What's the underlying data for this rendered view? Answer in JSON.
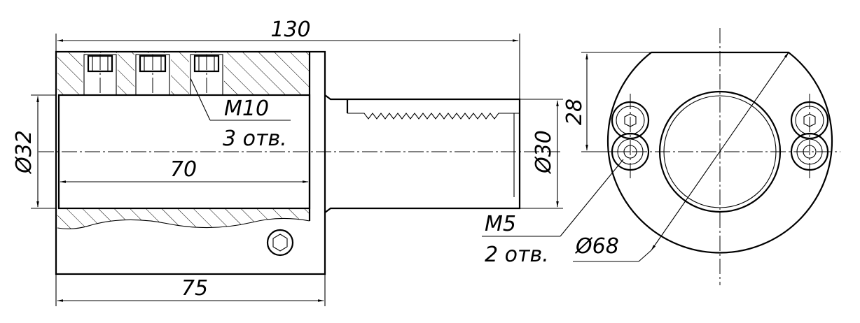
{
  "dimensions": {
    "overall_length": "130",
    "body_length": "75",
    "bore_depth": "70",
    "bore_diameter": "Ø32",
    "shank_diameter": "Ø30",
    "flange_diameter": "Ø68",
    "offset": "28"
  },
  "callouts": {
    "large_thread": "M10",
    "large_thread_count": "3 отв.",
    "small_thread": "M5",
    "small_thread_count": "2 отв."
  }
}
